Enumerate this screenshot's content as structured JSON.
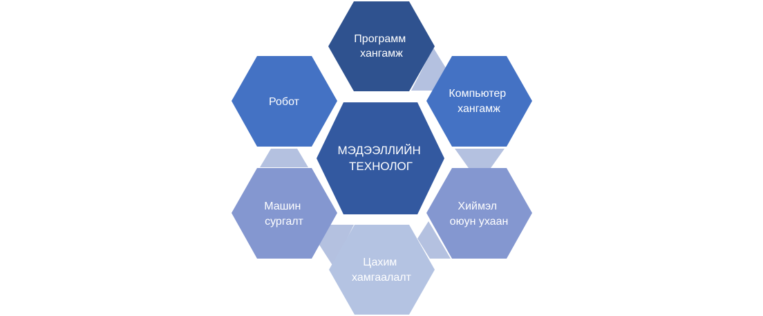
{
  "diagram": {
    "center": {
      "lines": [
        "МЭДЭЭЛЛИЙН",
        "ТЕХНОЛОГ"
      ],
      "color": "#3359A0"
    },
    "nodes": [
      {
        "id": "software",
        "lines": [
          "Программ",
          "хангамж"
        ],
        "color": "#2F528F"
      },
      {
        "id": "hardware",
        "lines": [
          "Компьютер",
          "хангамж"
        ],
        "color": "#4472C4"
      },
      {
        "id": "ai",
        "lines": [
          "Хиймэл",
          "оюун ухаан"
        ],
        "color": "#8497D0"
      },
      {
        "id": "cyber",
        "lines": [
          "Цахим",
          "хамгаалалт"
        ],
        "color": "#B4C3E2"
      },
      {
        "id": "ml",
        "lines": [
          "Машин",
          "сургалт"
        ],
        "color": "#8497D0"
      },
      {
        "id": "robot",
        "lines": [
          "Робот"
        ],
        "color": "#4472C4"
      }
    ],
    "connector_color": "#B4C1E0"
  }
}
